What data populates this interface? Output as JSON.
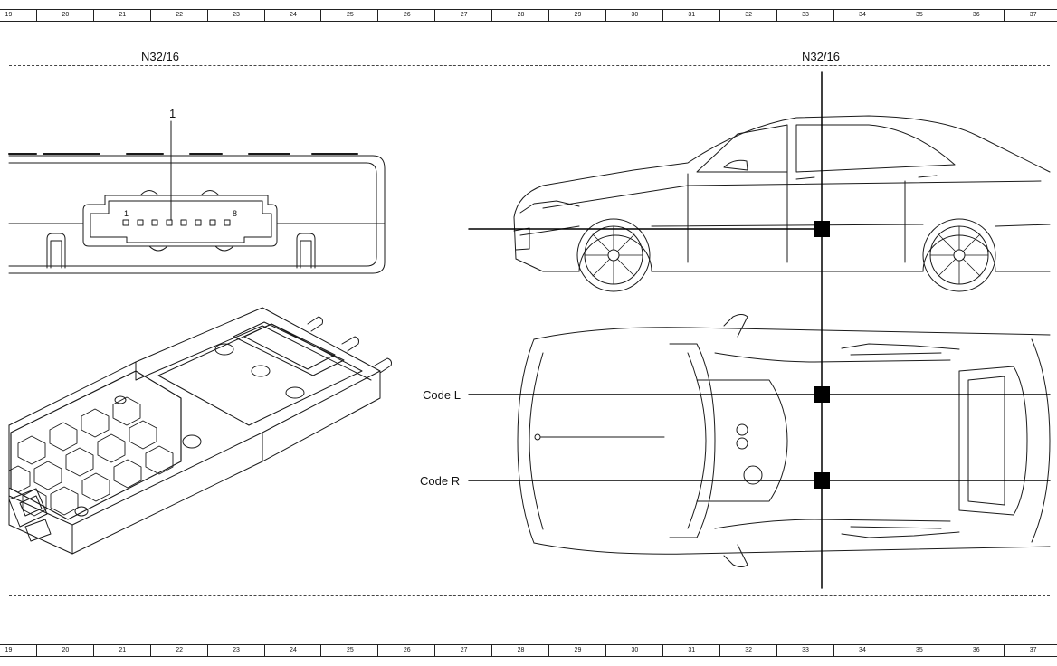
{
  "ruler": {
    "columns": [
      "19",
      "20",
      "21",
      "22",
      "23",
      "24",
      "25",
      "26",
      "27",
      "28",
      "29",
      "30",
      "31",
      "32",
      "33",
      "34",
      "35",
      "36",
      "37"
    ]
  },
  "component_left": {
    "designation": "N32/16",
    "callout": "1",
    "pin_first": "1",
    "pin_last": "8"
  },
  "component_right": {
    "designation": "N32/16"
  },
  "variants": {
    "left_drive": "Code L",
    "right_drive": "Code R"
  },
  "icons": [
    "connector-drawing",
    "control-unit-iso-drawing",
    "car-side-view",
    "car-top-view",
    "location-marker"
  ]
}
